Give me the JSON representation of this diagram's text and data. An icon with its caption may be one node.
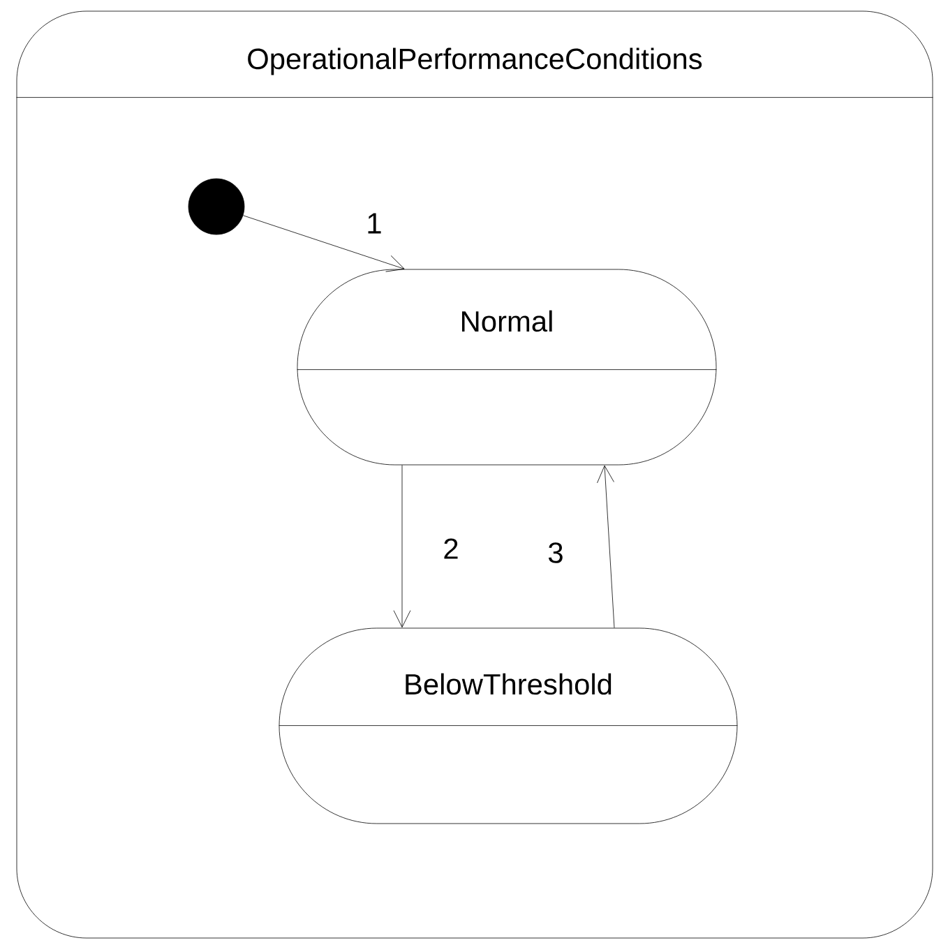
{
  "diagram": {
    "nodes": [
      {
        "text": [
          "OperationalPerformanceConditions"
        ]
      },
      {
        "text": [],
        "shape": "circle",
        "in": 0
      },
      {
        "text": [
          "Normal"
        ],
        "in": 0
      },
      {
        "text": [
          "BelowThreshold"
        ],
        "in": 0
      }
    ],
    "edges": [
      {
        "from": 1,
        "to": 2,
        "arrow": "to",
        "label": "1"
      },
      {
        "from": 2,
        "to": 3,
        "arrow": "to",
        "label": "2"
      },
      {
        "from": 3,
        "to": 2,
        "arrow": "to",
        "label": "3"
      }
    ]
  }
}
